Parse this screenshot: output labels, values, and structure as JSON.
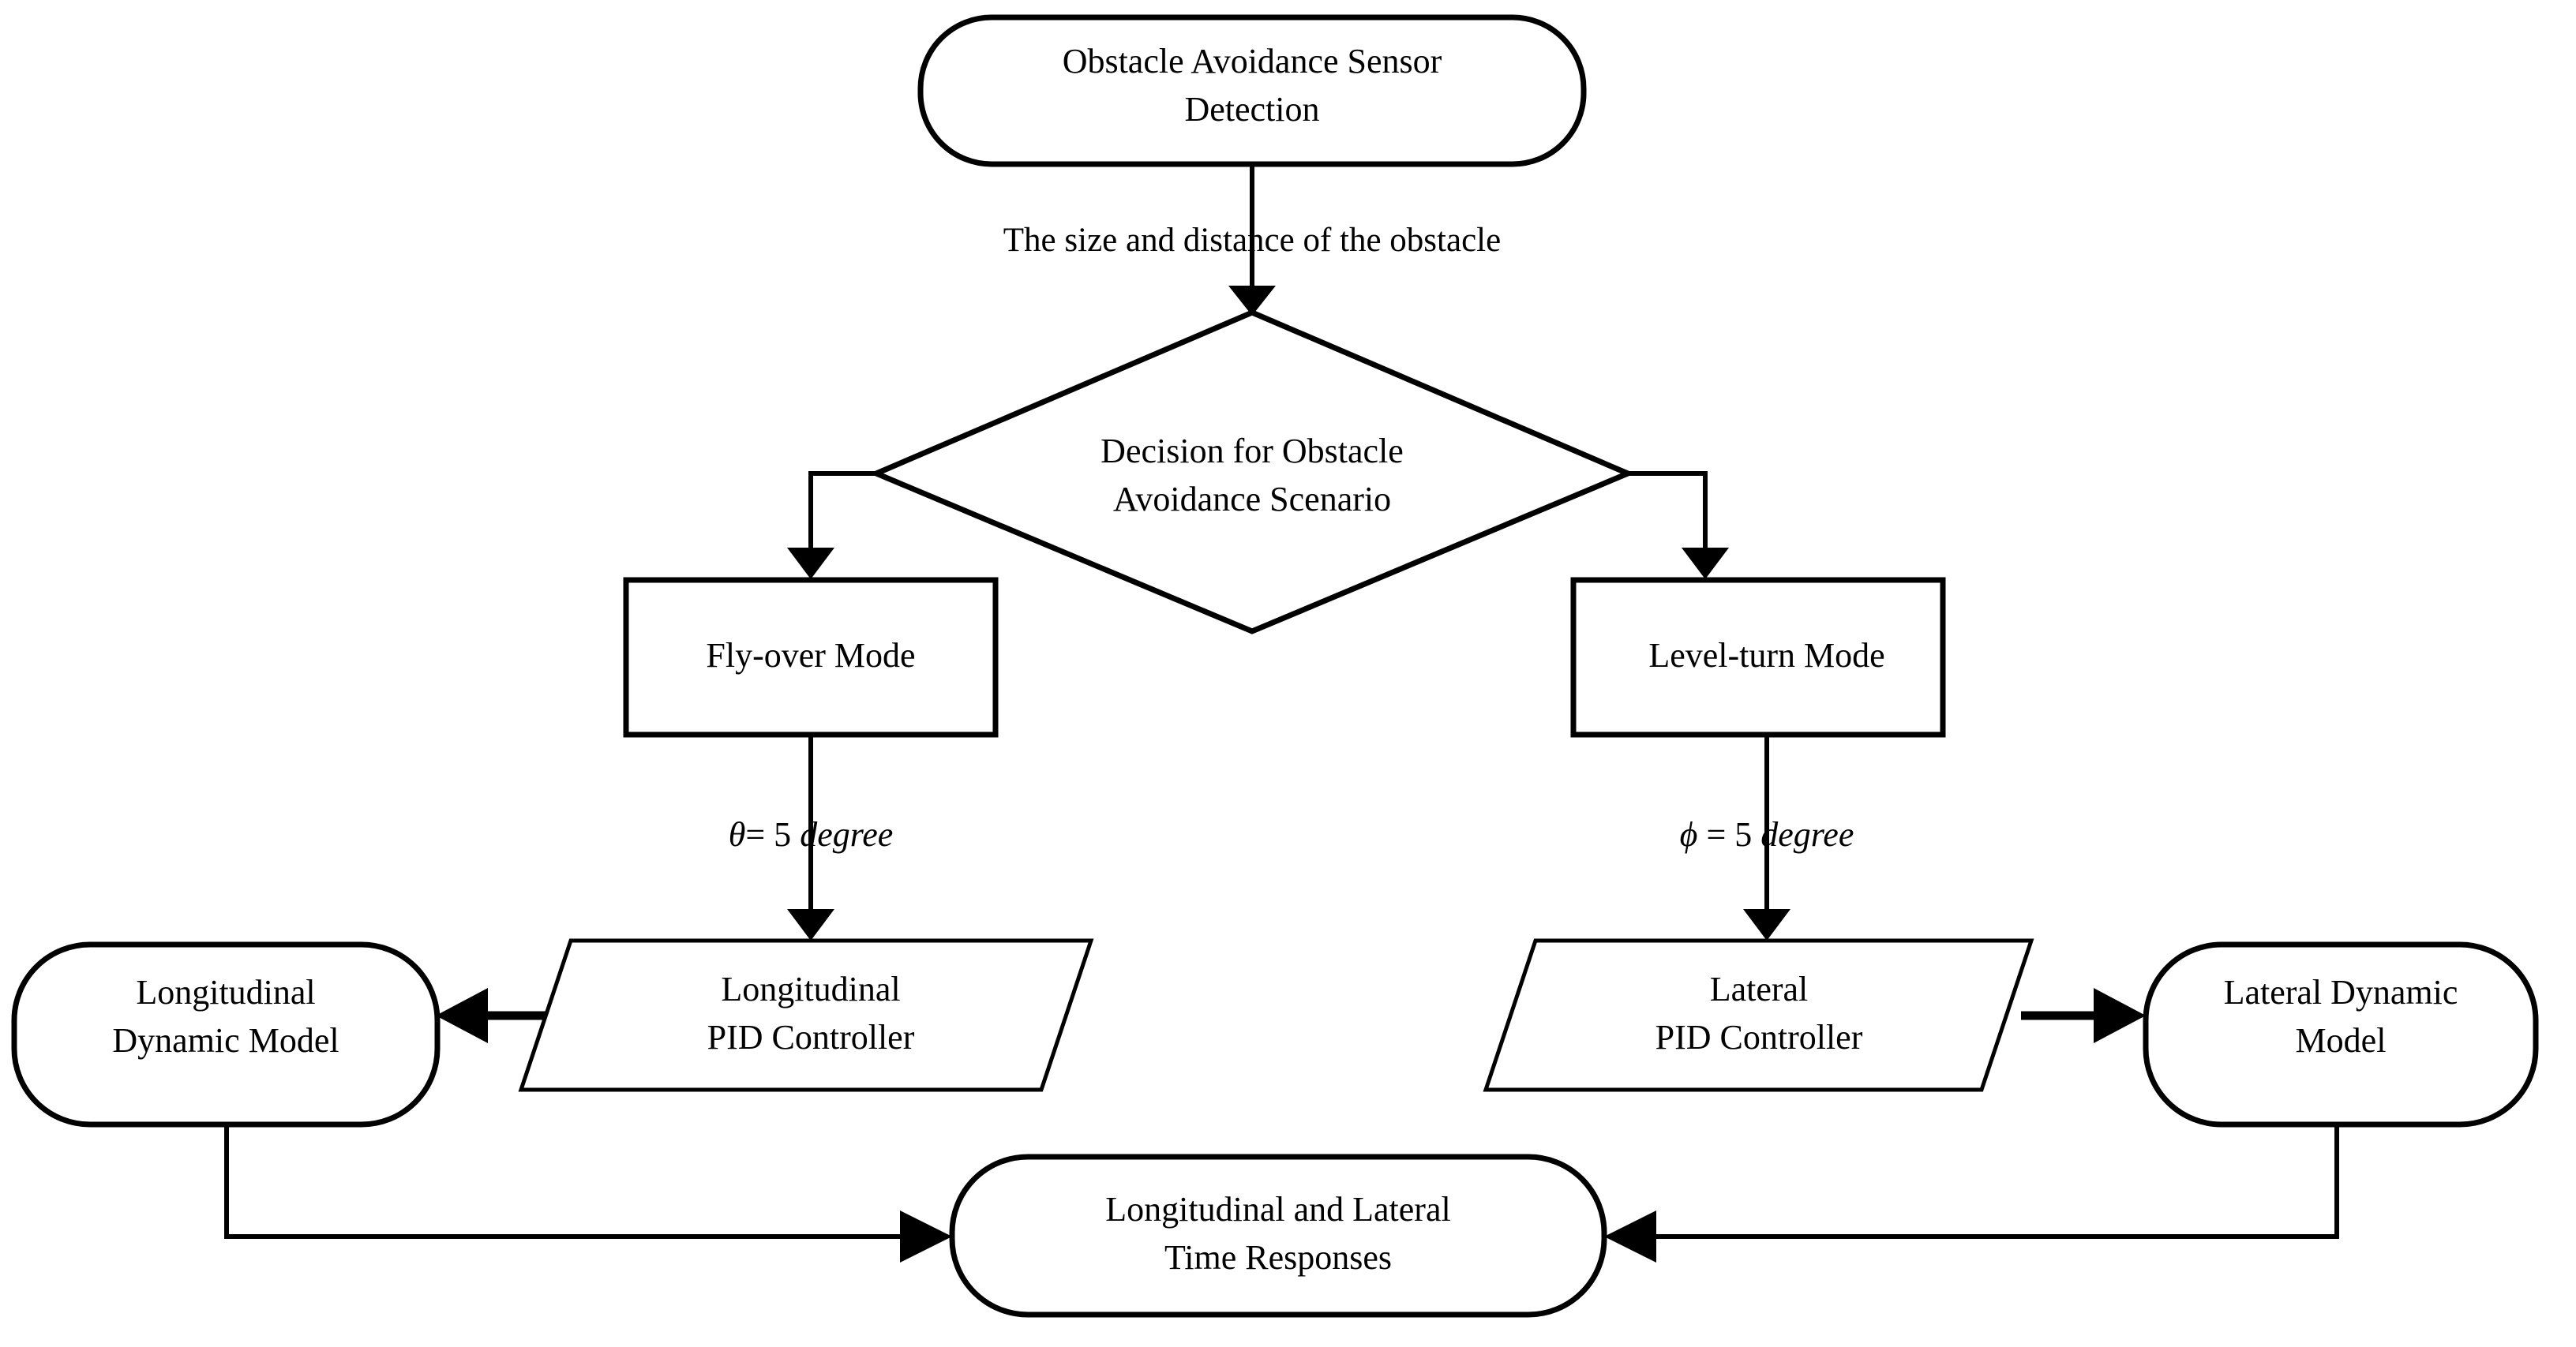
{
  "diagram": {
    "title": "Obstacle Avoidance Control Flowchart",
    "background_color": "#ffffff",
    "line_color": "#000000",
    "text_color": "#000000"
  },
  "nodes": {
    "sensor_detection": {
      "shape": "stadium",
      "line1": "Obstacle Avoidance Sensor",
      "line2": "Detection"
    },
    "decision": {
      "shape": "diamond",
      "line1": "Decision for Obstacle",
      "line2": "Avoidance Scenario"
    },
    "fly_over_mode": {
      "shape": "rectangle",
      "line1": "Fly-over Mode"
    },
    "level_turn_mode": {
      "shape": "rectangle",
      "line1": "Level-turn Mode"
    },
    "longitudinal_pid": {
      "shape": "parallelogram",
      "line1": "Longitudinal",
      "line2": "PID Controller"
    },
    "lateral_pid": {
      "shape": "parallelogram",
      "line1": "Lateral",
      "line2": "PID Controller"
    },
    "longitudinal_model": {
      "shape": "stadium",
      "line1": "Longitudinal",
      "line2": "Dynamic Model"
    },
    "lateral_model": {
      "shape": "stadium",
      "line1": "Lateral Dynamic",
      "line2": "Model"
    },
    "time_responses": {
      "shape": "stadium",
      "line1": "Longitudinal and Lateral",
      "line2": "Time Responses"
    }
  },
  "edge_labels": {
    "sensor_to_decision": "The size and distance of the obstacle",
    "theta_symbol": "θ",
    "theta_equals": "= 5 ",
    "theta_unit": "degree",
    "phi_symbol": "ϕ",
    "phi_equals": " = 5 ",
    "phi_unit": "degree"
  }
}
